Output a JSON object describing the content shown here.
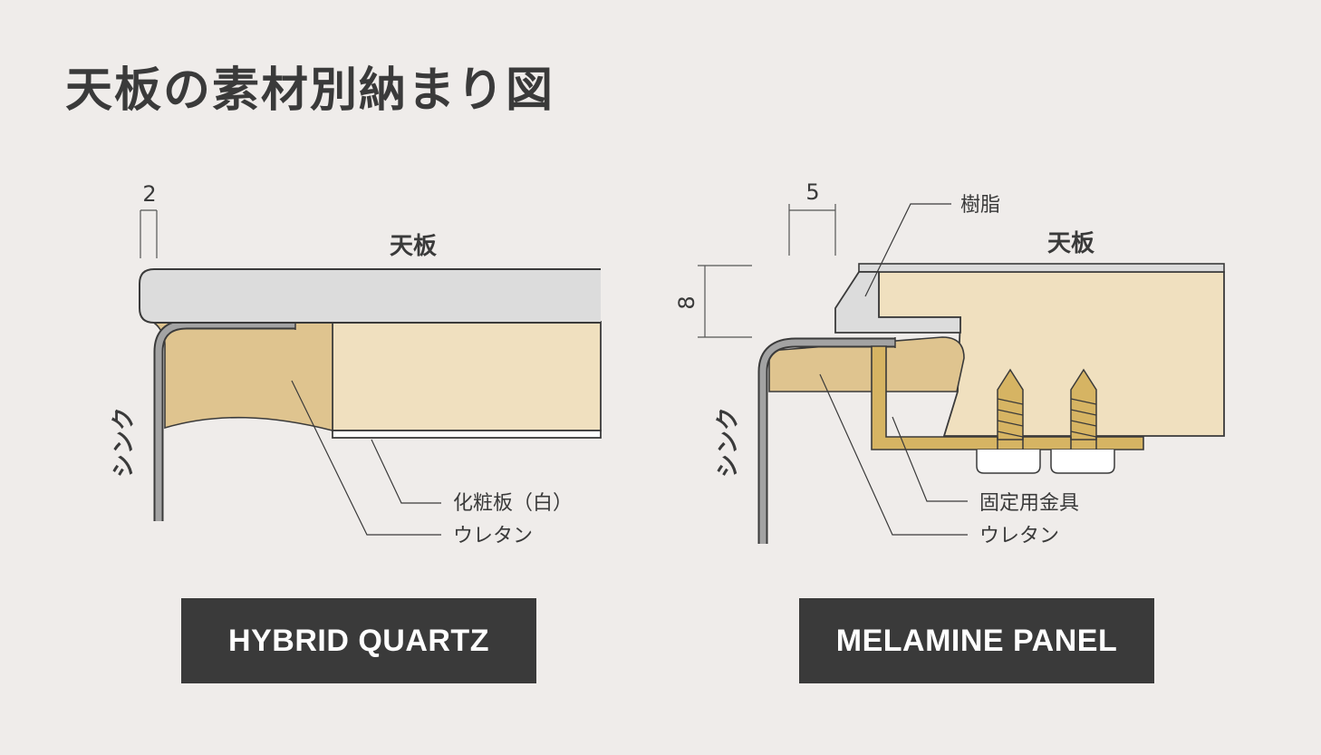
{
  "title": "天板の素材別納まり図",
  "colors": {
    "background": "#efecea",
    "text": "#3a3a3a",
    "countertop_gray": "#dcdcdc",
    "urethane": "#dfc48f",
    "wood_panel": "#f0e0bf",
    "metal_bracket": "#d6b463",
    "name_box": "#3a3a3a"
  },
  "left_panel": {
    "name": "HYBRID QUARTZ",
    "dimension": "2",
    "labels": {
      "countertop": "天板",
      "sink": "シンク",
      "decorative_board": "化粧板（白）",
      "urethane": "ウレタン"
    }
  },
  "right_panel": {
    "name": "MELAMINE PANEL",
    "dimension_top": "5",
    "dimension_side": "8",
    "labels": {
      "countertop": "天板",
      "resin": "樹脂",
      "sink": "シンク",
      "bracket": "固定用金具",
      "urethane": "ウレタン"
    }
  }
}
